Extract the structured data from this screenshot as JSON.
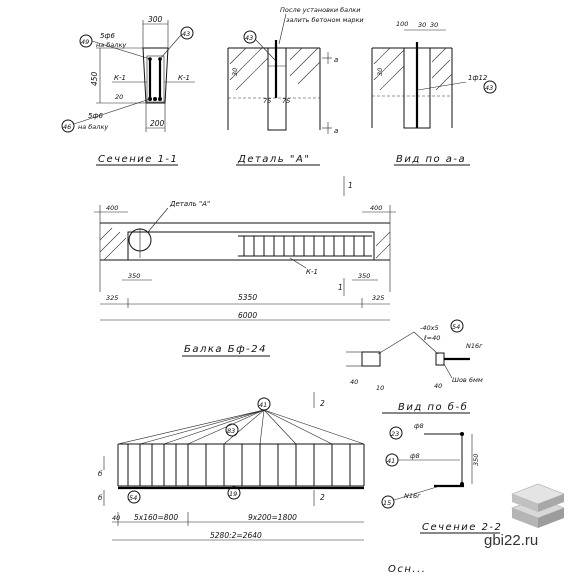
{
  "site": {
    "watermark": "gbi22.ru"
  },
  "section11": {
    "title": "Сечение 1-1",
    "dim_top": "300",
    "dim_bottom": "200",
    "dim_height": "450",
    "dim_20": "20",
    "label_k1_left": "К-1",
    "label_k1_right": "К-1",
    "bar_top": "5ф6",
    "bar_top_sub": "на балку",
    "bar_bottom": "5ф6",
    "bar_bottom_sub": "на балку",
    "mark_49": "49",
    "mark_43": "43",
    "mark_46": "46"
  },
  "detailA": {
    "title": "Деталь \"А\"",
    "note_line1": "После установки балки",
    "note_line2": "залить бетоном марки",
    "mark_43": "43",
    "dim_75a": "75",
    "dim_75b": "75",
    "dim_30": "30",
    "cut_a_top": "а",
    "cut_a_bottom": "а"
  },
  "viewAA": {
    "title": "Вид по а-а",
    "dim_100": "100",
    "dim_30a": "30",
    "dim_30b": "30",
    "bar": "1ф12",
    "mark_43": "43"
  },
  "beam": {
    "title": "Балка Бф-24",
    "dim_400_left": "400",
    "dim_400_right": "400",
    "detail_label": "Деталь \"А\"",
    "label_k1": "К-1",
    "dim_350_left": "350",
    "dim_350_right": "350",
    "dim_325_left": "325",
    "dim_325_right": "325",
    "dim_5350": "5350",
    "dim_6000": "6000",
    "cut_1_top": "1",
    "cut_1_bottom": "1"
  },
  "viewBB": {
    "title": "Вид по б-б",
    "plate": "-40х5",
    "plate_len": "ℓ=40",
    "mark_54": "54",
    "mark_n16": "N16г",
    "weld": "Шов 6мм",
    "dim_40a": "40",
    "dim_40b": "40",
    "dim_10": "10"
  },
  "frame": {
    "mark_41": "41",
    "mark_83": "83",
    "mark_19": "19",
    "mark_54": "54",
    "cut_b_top": "б",
    "cut_b_bottom": "б",
    "cut_2_top": "2",
    "cut_2_bottom": "2",
    "dim_40": "40",
    "dim_left": "5х160=800",
    "dim_right": "9х200=1800",
    "dim_total": "5280:2=2640"
  },
  "section22": {
    "title": "Сечение 2-2",
    "mark_23": "23",
    "mark_41": "41",
    "mark_15": "15",
    "bar_top": "ф8",
    "bar_mid": "ф8",
    "bar_bottom": "N16г",
    "dim_350": "350"
  },
  "footer": {
    "partial": "Осн..."
  }
}
